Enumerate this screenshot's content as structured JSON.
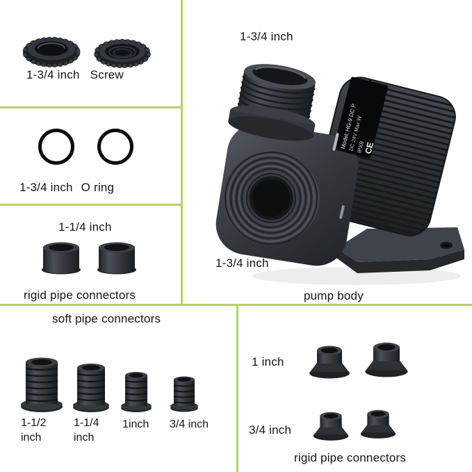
{
  "colors": {
    "divider": "#b5d36a",
    "background": "#ffffff",
    "text": "#141414",
    "part_dark": "#2b2d31"
  },
  "screw_section": {
    "size": "1-3/4 inch",
    "name": "Screw"
  },
  "oring_section": {
    "size": "1-3/4 inch",
    "name": "O ring"
  },
  "rigid_section": {
    "size": "1-1/4 inch",
    "caption": "rigid pipe connectors"
  },
  "pump_section": {
    "top_port_label": "1-3/4 inch",
    "front_port_label": "1-3/4 inch",
    "caption": "pump body",
    "sticker": {
      "line1": "Model: HG-9 DC P",
      "line2": "DC 24V Max W",
      "ip": "IPX8",
      "ce": "CE"
    }
  },
  "soft_section": {
    "caption": "soft pipe connectors",
    "items": [
      {
        "line1": "1-1/2",
        "line2": "inch"
      },
      {
        "line1": "1-1/4",
        "line2": "inch"
      },
      {
        "line1": "1inch",
        "line2": ""
      },
      {
        "line1": "3/4 inch",
        "line2": ""
      }
    ]
  },
  "rigid_bottom_section": {
    "row1_label": "1 inch",
    "row2_label": "3/4 inch",
    "caption": "rigid pipe connectors"
  }
}
